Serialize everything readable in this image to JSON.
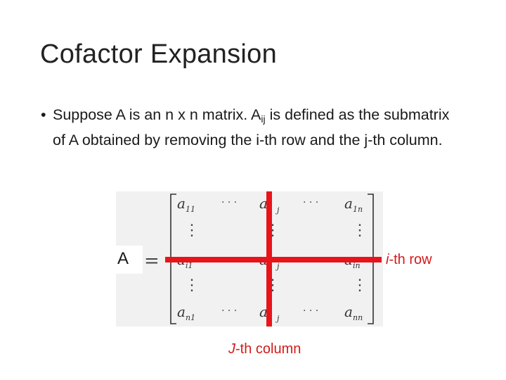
{
  "slide": {
    "title": "Cofactor Expansion",
    "bullet": {
      "marker": "•",
      "part1": "Suppose A is an n x n matrix. A",
      "subscript": "ij",
      "part2": " is defined as the submatrix of A obtained by removing the i-th row and the j-th column."
    }
  },
  "figure": {
    "lhs_label": "A",
    "equals": "=",
    "matrix": {
      "entries": {
        "a11": {
          "base": "a",
          "sub": "11"
        },
        "a1j": {
          "base": "a",
          "sub": "j"
        },
        "a1n": {
          "base": "a",
          "sub": "1n"
        },
        "ai1": {
          "base": "a",
          "sub": "i1"
        },
        "aij": {
          "base": "a",
          "sub": "j"
        },
        "ain": {
          "base": "a",
          "sub": "in"
        },
        "an1": {
          "base": "a",
          "sub": "n1"
        },
        "anj": {
          "base": "a",
          "sub": "j"
        },
        "ann": {
          "base": "a",
          "sub": "nn"
        }
      },
      "hdots": "· · ·",
      "vdots": "⋮"
    },
    "row_annotation": {
      "italic": "i",
      "rest": "-th row"
    },
    "column_annotation": {
      "italic": "J",
      "rest": "-th column"
    },
    "highlight_color": "#e8141a"
  }
}
